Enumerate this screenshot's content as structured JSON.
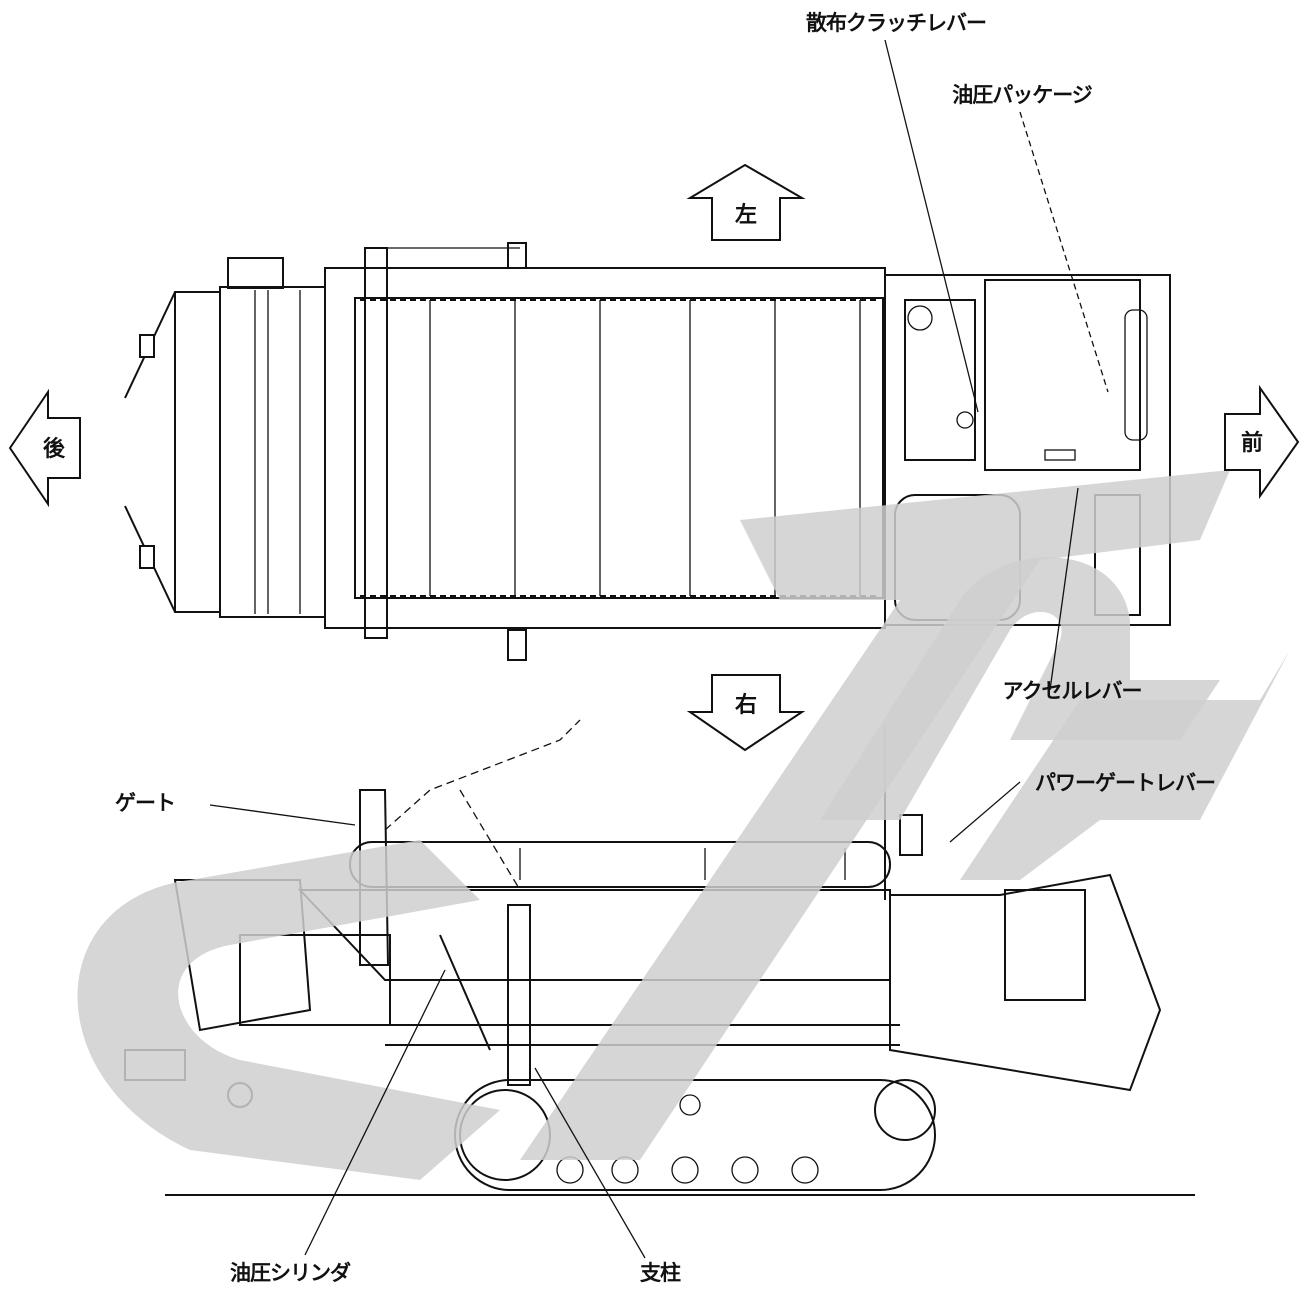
{
  "directions": {
    "left": "左",
    "right": "右",
    "rear": "後",
    "front": "前"
  },
  "callouts": {
    "spread_clutch_lever": "散布クラッチレバー",
    "hydraulic_package": "油圧パッケージ",
    "accel_lever": "アクセルレバー",
    "power_gate_lever": "パワーゲートレバー",
    "gate": "ゲート",
    "hydraulic_cylinder": "油圧シリンダ",
    "support_post": "支柱"
  },
  "colors": {
    "line": "#111111",
    "watermark": "#cfcfcf",
    "background": "#ffffff"
  }
}
